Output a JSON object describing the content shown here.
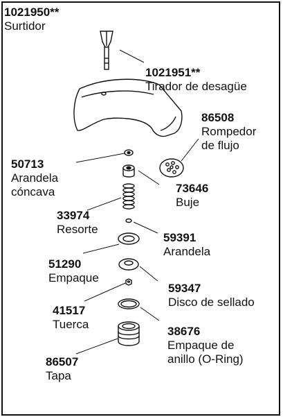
{
  "parts": {
    "surtidor": {
      "number": "1021950**",
      "name": "Surtidor"
    },
    "tirador": {
      "number": "1021951**",
      "name": "Tirador de desagüe"
    },
    "rompedor": {
      "number": "86508",
      "name_line1": "Rompedor",
      "name_line2": "de flujo"
    },
    "arandela_concava": {
      "number": "50713",
      "name_line1": "Arandela",
      "name_line2": "cóncava"
    },
    "buje": {
      "number": "73646",
      "name": "Buje"
    },
    "resorte": {
      "number": "33974",
      "name": "Resorte"
    },
    "arandela": {
      "number": "59391",
      "name": "Arandela"
    },
    "empaque": {
      "number": "51290",
      "name": "Empaque"
    },
    "disco": {
      "number": "59347",
      "name": "Disco de sellado"
    },
    "tuerca": {
      "number": "41517",
      "name": "Tuerca"
    },
    "oring": {
      "number": "38676",
      "name_line1": "Empaque de",
      "name_line2": "anillo (O-Ring)"
    },
    "tapa": {
      "number": "86507",
      "name": "Tapa"
    }
  },
  "colors": {
    "line": "#111111",
    "part_fill": "#ffffff",
    "shade": "#cfcfcf"
  }
}
